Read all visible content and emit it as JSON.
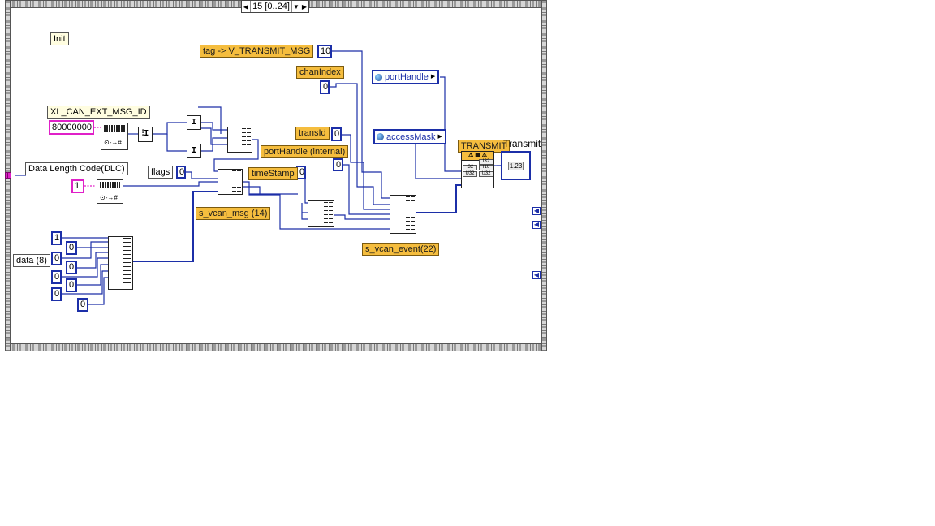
{
  "case_structure": {
    "selector_value": "15 [0..24]",
    "selector_left_arrow": "◀",
    "selector_right_arrow": "▶",
    "selector_dropdown": "▼"
  },
  "free_labels": {
    "init": "Init",
    "xl_can_ext_msg_id": "XL_CAN_EXT_MSG_ID",
    "data_length_code": "Data Length Code(DLC)",
    "flags": "flags",
    "data": "data (8)"
  },
  "bundle_labels": {
    "tag": "tag -> V_TRANSMIT_MSG",
    "chan_index": "chanIndex",
    "trans_id": "transId",
    "port_handle_internal": "portHandle (internal)",
    "time_stamp": "timeStamp",
    "s_vcan_msg": "s_vcan_msg (14)",
    "s_vcan_event": "s_vcan_event(22)",
    "transmit_subvi": "TRANSMIT"
  },
  "constants": {
    "msg_id": "80000000",
    "dlc": "1",
    "flags": "0",
    "tag": "10",
    "chan_index": "0",
    "trans_id": "0",
    "port_handle_internal": "0",
    "time_stamp": "0",
    "data_values": [
      "1",
      "0",
      "0",
      "0",
      "0",
      "0",
      "0",
      "0"
    ]
  },
  "refnums": {
    "port_handle": "portHandle",
    "access_mask": "accessMask"
  },
  "indicator": {
    "label": "Transmit",
    "value": "1.23"
  },
  "subvi_terminals": [
    "I32",
    "U32",
    "I16",
    "U32",
    "I32"
  ],
  "colors": {
    "wire_blue": "#1c2fa8",
    "bundle_orange": "#f5bd3e",
    "pink_u32": "#e020c8",
    "frame_gray": "#9a9a9a"
  }
}
